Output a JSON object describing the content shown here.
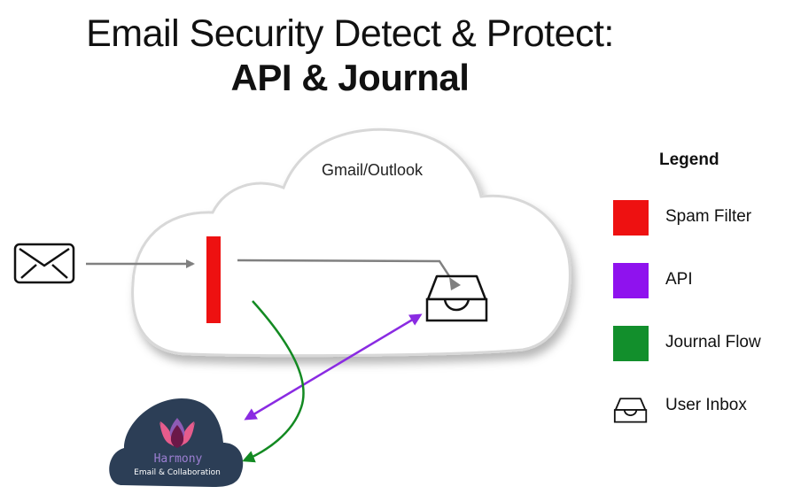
{
  "title": {
    "line1": "Email Security Detect & Protect:",
    "line2": "API & Journal"
  },
  "cloud": {
    "label": "Gmail/Outlook"
  },
  "harmony": {
    "name": "Harmony",
    "subtitle": "Email & Collaboration",
    "bg_color": "#2c3e56"
  },
  "legend": {
    "title": "Legend",
    "items": [
      {
        "label": "Spam Filter",
        "icon": "red-square",
        "color": "#ee1111"
      },
      {
        "label": "API",
        "icon": "purple-square",
        "color": "#8f12ee"
      },
      {
        "label": "Journal Flow",
        "icon": "green-square",
        "color": "#128f2c"
      },
      {
        "label": "User Inbox",
        "icon": "inbox-icon",
        "color": "#111111"
      }
    ]
  },
  "colors": {
    "spam_filter": "#ee1111",
    "api_arrow": "#8a2be2",
    "journal_arrow": "#138a22",
    "flow_arrow": "#808080"
  }
}
